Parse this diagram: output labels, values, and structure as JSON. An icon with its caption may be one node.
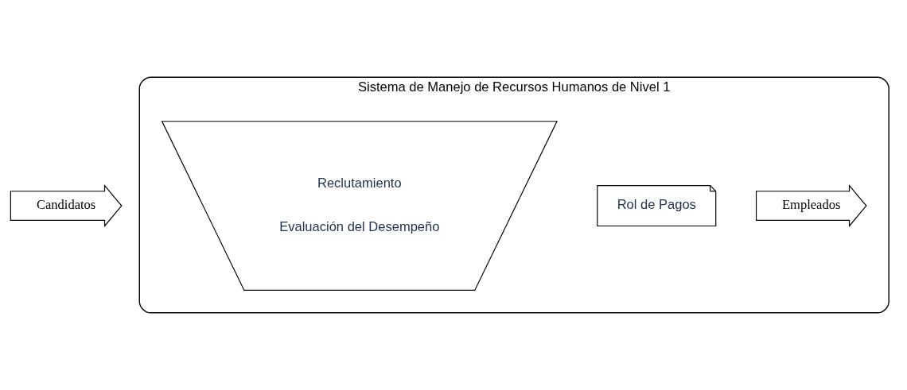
{
  "diagram": {
    "nodes": [
      {
        "text": [
          "Candidatos"
        ]
      },
      {
        "text": [
          "Sistema de Manejo de Recursos Humanos de Nivel 1"
        ]
      },
      {
        "text": [
          "Reclutamiento",
          "Evaluación del Desempeño"
        ],
        "in": 1
      },
      {
        "text": [
          "Rol de Pagos"
        ],
        "in": 1
      },
      {
        "text": [
          "Empleados"
        ],
        "in": 1
      }
    ]
  }
}
